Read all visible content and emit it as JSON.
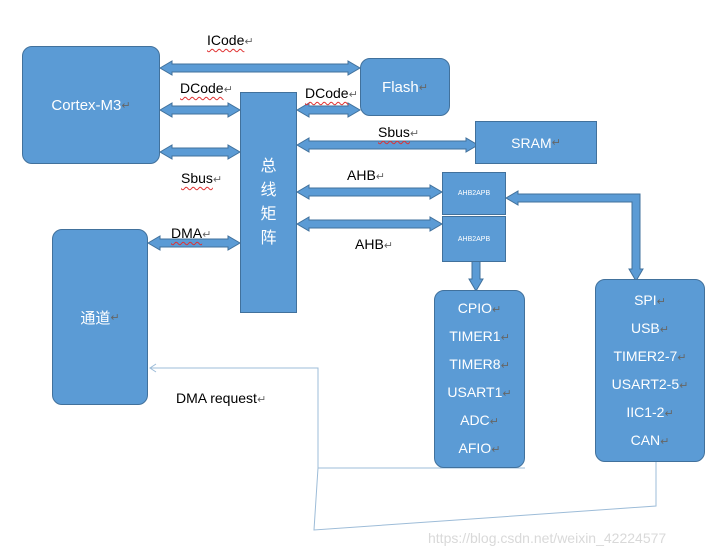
{
  "blocks": {
    "cortex": "Cortex-M3",
    "flash": "Flash",
    "sram": "SRAM",
    "matrix": [
      "总",
      "线",
      "矩",
      "阵"
    ],
    "channel": "通道",
    "bridge1": "AHB2APB",
    "bridge2": "AHB2APB"
  },
  "apb2_list": [
    "CPIO",
    "TIMER1",
    "TIMER8",
    "USART1",
    "ADC",
    "AFIO"
  ],
  "apb1_list": [
    "SPI",
    "USB",
    "TIMER2-7",
    "USART2-5",
    "IIC1-2",
    "CAN"
  ],
  "labels": {
    "icode": "ICode",
    "dcode_left": "DCode",
    "dcode_right": "DCode",
    "sbus_top": "Sbus",
    "sbus_left": "Sbus",
    "ahb_top": "AHB",
    "ahb_bottom": "AHB",
    "dma": "DMA",
    "dma_request": "DMA request"
  },
  "return_mark": "↵",
  "watermark": "https://blog.csdn.net/weixin_42224577",
  "colors": {
    "block_fill": "#5b9bd5",
    "block_border": "#41719c",
    "arrow_fill": "#5b9bd5",
    "arrow_stroke": "#41719c"
  }
}
